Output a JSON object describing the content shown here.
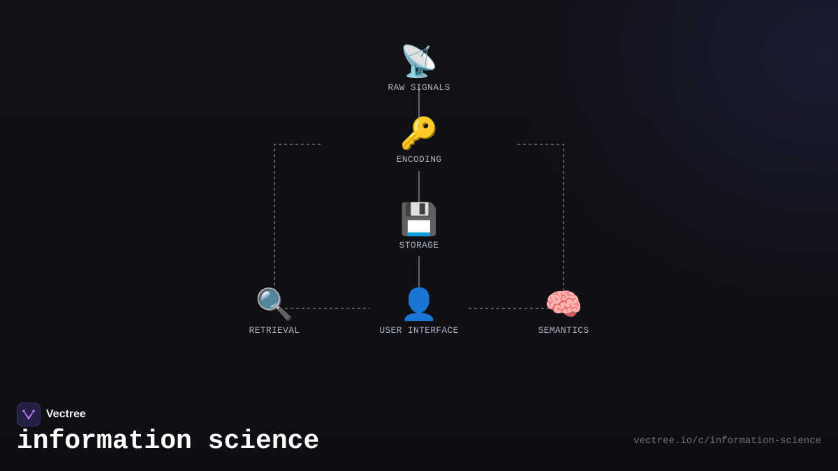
{
  "diagram": {
    "nodes": [
      {
        "id": "raw-signals",
        "icon": "satellite-antenna-icon",
        "glyph": "📡",
        "label": "RAW SIGNALS"
      },
      {
        "id": "encoding",
        "icon": "key-icon",
        "glyph": "🔑",
        "label": "ENCODING"
      },
      {
        "id": "storage",
        "icon": "floppy-disk-icon",
        "glyph": "💾",
        "label": "STORAGE"
      },
      {
        "id": "retrieval",
        "icon": "magnifying-glass-icon",
        "glyph": "🔍",
        "label": "RETRIEVAL"
      },
      {
        "id": "user-interface",
        "icon": "user-silhouette-icon",
        "glyph": "👤",
        "label": "USER INTERFACE"
      },
      {
        "id": "semantics",
        "icon": "brain-icon",
        "glyph": "🧠",
        "label": "SEMANTICS"
      }
    ],
    "edges": [
      {
        "from": "raw-signals",
        "to": "encoding",
        "style": "solid"
      },
      {
        "from": "encoding",
        "to": "storage",
        "style": "solid"
      },
      {
        "from": "storage",
        "to": "user-interface",
        "style": "solid"
      },
      {
        "from": "encoding",
        "to": "retrieval",
        "style": "dashed"
      },
      {
        "from": "encoding",
        "to": "semantics",
        "style": "dashed"
      },
      {
        "from": "retrieval",
        "to": "user-interface",
        "style": "dashed"
      },
      {
        "from": "user-interface",
        "to": "semantics",
        "style": "dashed"
      }
    ],
    "colors": {
      "solid_line": "#5d6675",
      "dashed_line": "#6a7284",
      "label": "#a9b0c0"
    }
  },
  "brand": {
    "name": "Vectree",
    "logo_icon": "vectree-logo-icon",
    "logo_color": "#9b5de5"
  },
  "page": {
    "title": "information science",
    "url": "vectree.io/c/information-science"
  }
}
